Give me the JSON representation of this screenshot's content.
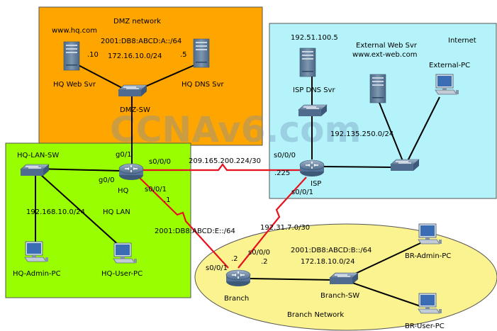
{
  "zones": {
    "dmz": "DMZ network",
    "internet": "Internet",
    "branch": "Branch Network",
    "hq_lan": "HQ LAN"
  },
  "watermark": "CCNAv6.com",
  "devices": {
    "hq_web": "HQ Web Svr",
    "hq_dns": "HQ DNS Svr",
    "dmz_sw": "DMZ-SW",
    "hq_lan_sw": "HQ-LAN-SW",
    "hq_router": "HQ",
    "hq_admin_pc": "HQ-Admin-PC",
    "hq_user_pc": "HQ-User-PC",
    "isp_dns": "ISP DNS Svr",
    "ext_web_title": "External Web Svr",
    "ext_web_url": "www.ext-web.com",
    "ext_pc": "External-PC",
    "isp_router": "ISP",
    "branch_router": "Branch",
    "branch_sw": "Branch-SW",
    "br_admin_pc": "BR-Admin-PC",
    "br_user_pc": "BR-User-PC"
  },
  "addresses": {
    "hq_web_url": "www.hq.com",
    "dmz_ipv6": "2001:DB8:ABCD:A::/64",
    "dmz_ipv4": "172.16.10.0/24",
    "web_host": ".10",
    "dns_host": ".5",
    "isp_dns_ip": "192.51.100.5",
    "internet_net": "192.135.250.0/24",
    "hq_isp_net": "209.165.200.224/30",
    "hq_lan_net": "192.168.10.0/24",
    "hq_branch_ipv6": "2001:DB8:ABCD:E::/64",
    "isp_branch_net": "192.31.7.0/30",
    "branch_ipv6": "2001:DB8:ABCD:B::/64",
    "branch_ipv4": "172.18.10.0/24",
    "isp_host": ".225",
    "hq_s001_host": ".1",
    "branch_s001_host": ".2",
    "branch_s000_host": ".2"
  },
  "interfaces": {
    "hq_g01": "g0/1",
    "hq_g00": "g0/0",
    "hq_s000": "s0/0/0",
    "hq_s001": "s0/0/1",
    "isp_s000": "s0/0/0",
    "isp_s001": "s0/0/1",
    "branch_s000": "s0/0/0",
    "branch_s001": "s0/0/1"
  },
  "colors": {
    "dmz_zone": "#ffa500",
    "internet_zone": "#b3f3f9",
    "hq_zone": "#99ff00",
    "branch_zone": "#fbf38f",
    "serial_link": "#e8111f",
    "ethernet_link": "#000000"
  }
}
